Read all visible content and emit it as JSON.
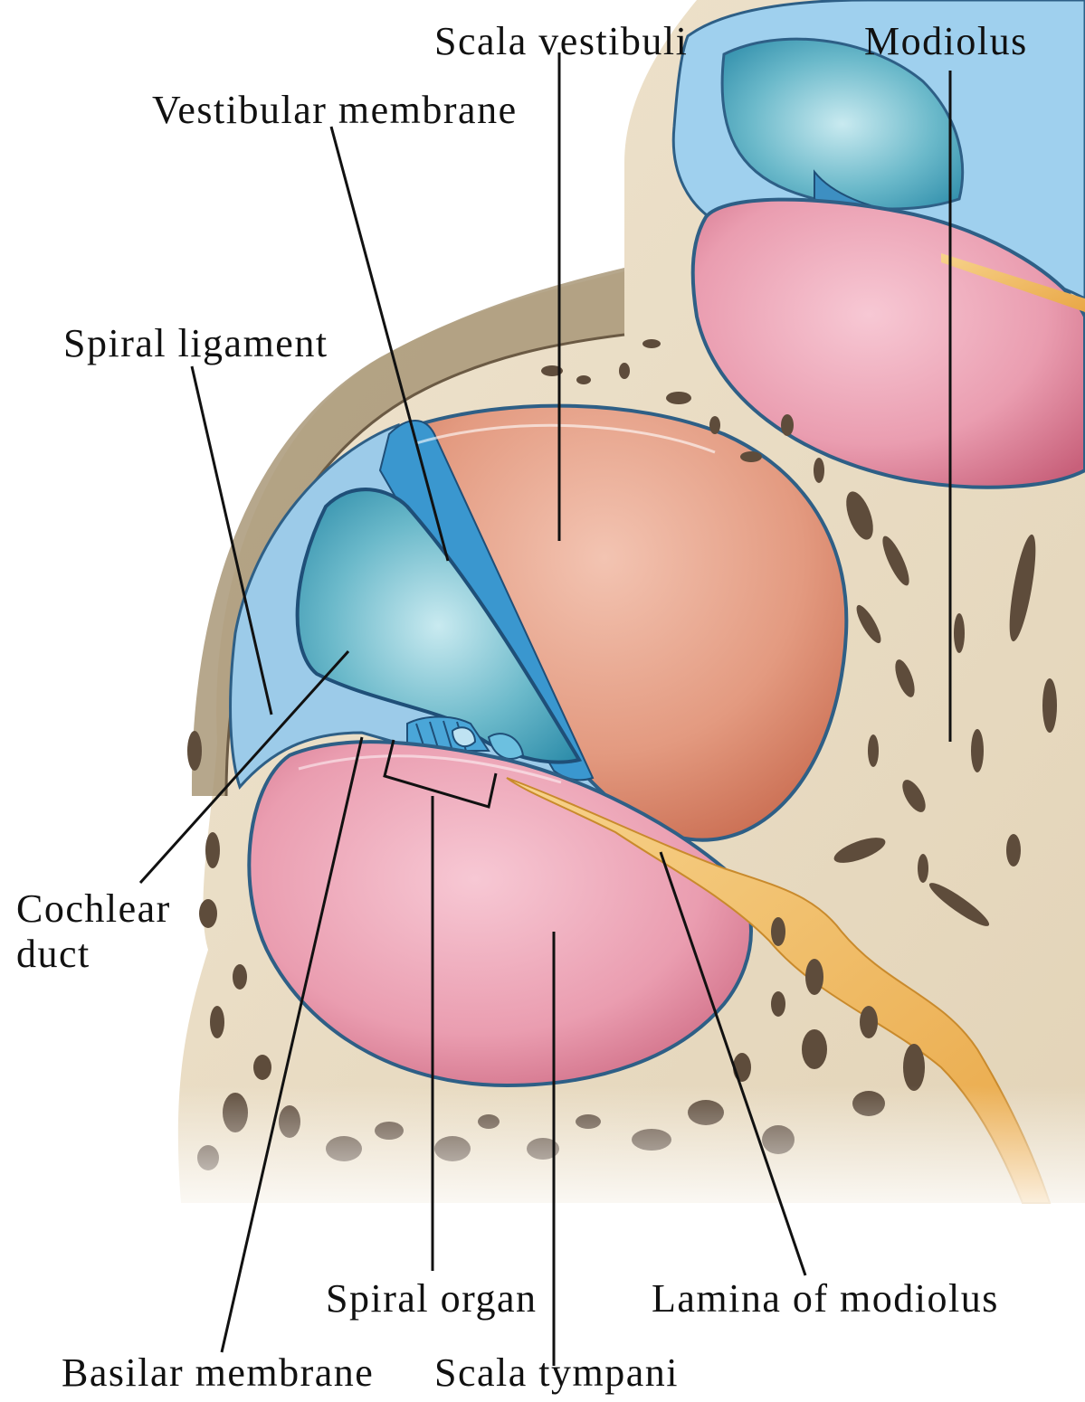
{
  "labels": {
    "scala_vestibuli": "Scala vestibuli",
    "modiolus": "Modiolus",
    "vestibular_membrane": "Vestibular membrane",
    "spiral_ligament": "Spiral ligament",
    "cochlear_duct_1": "Cochlear",
    "cochlear_duct_2": "duct",
    "spiral_organ": "Spiral organ",
    "lamina_of_modiolus": "Lamina of modiolus",
    "basilar_membrane": "Basilar membrane",
    "scala_tympani": "Scala tympani"
  },
  "colors": {
    "bone": "#e9dcc4",
    "bone_shadow": "#9e8c72",
    "cavity_dark": "#5a4a3a",
    "scala_vestibuli": "#d9836a",
    "scala_tympani": "#e58fa6",
    "cochlear_duct": "#4aa0b8",
    "membrane_blue": "#8fc4e6",
    "nerve": "#f2b85c",
    "leader_line": "#111111"
  }
}
